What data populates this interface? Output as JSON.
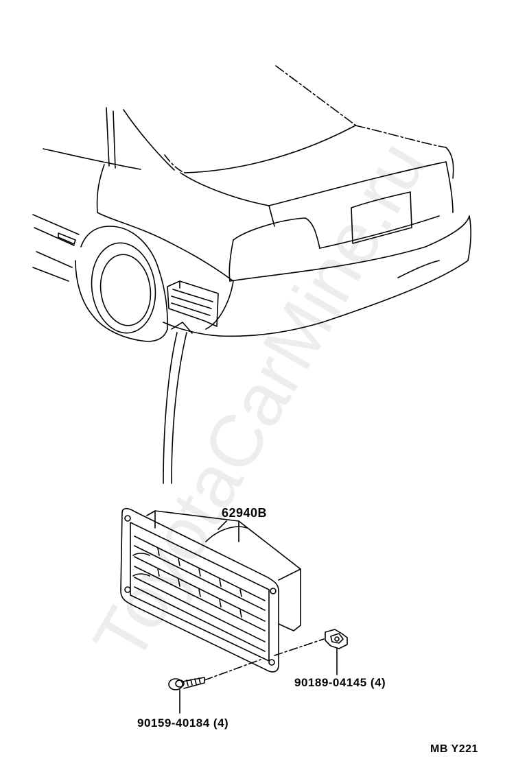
{
  "diagram": {
    "parts": [
      {
        "id": "grille",
        "number": "62940B"
      },
      {
        "id": "clip",
        "number": "90189-04145 (4)"
      },
      {
        "id": "screw",
        "number": "90159-40184 (4)"
      }
    ],
    "reference_code": "MB Y221",
    "watermark_text": "ToyotaCarMine.ru",
    "colors": {
      "line": "#000000",
      "background": "#ffffff"
    }
  }
}
